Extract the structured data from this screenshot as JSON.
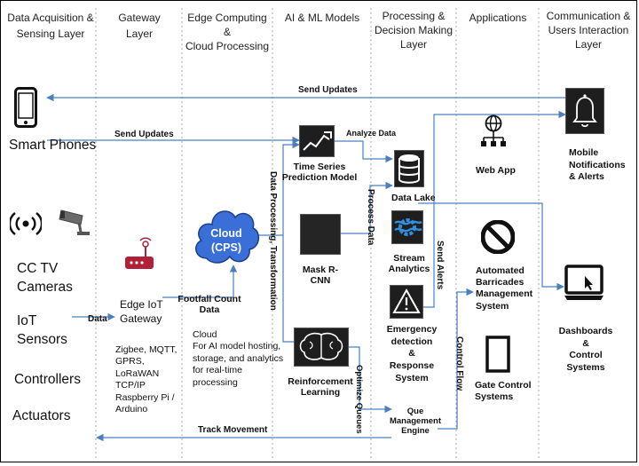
{
  "layers": [
    {
      "line1": "Data Acquisition &",
      "line2": "Sensing Layer",
      "line3": ""
    },
    {
      "line1": "Gateway",
      "line2": "Layer",
      "line3": ""
    },
    {
      "line1": "Edge Computing",
      "line2": "&",
      "line3": "Cloud Processing"
    },
    {
      "line1": "AI & ML Models",
      "line2": "",
      "line3": ""
    },
    {
      "line1": "Processing &",
      "line2": "Decision Making",
      "line3": "Layer"
    },
    {
      "line1": "Applications",
      "line2": "",
      "line3": ""
    },
    {
      "line1": "Communication &",
      "line2": "Users Interaction",
      "line3": "Layer"
    }
  ],
  "sensing": {
    "smart_phones": "Smart Phones",
    "cctv_line1": "CC TV",
    "cctv_line2": "Cameras",
    "iot_line1": "IoT",
    "iot_line2": "Sensors",
    "controllers": "Controllers",
    "actuators": "Actuators"
  },
  "gateway": {
    "title_line1": "Edge IoT",
    "title_line2": "Gateway",
    "protocols": [
      "Zigbee, MQTT,",
      "GPRS,",
      "LoRaWAN",
      "TCP/IP",
      "Raspberry Pi /",
      "Arduino"
    ]
  },
  "cloud": {
    "label_line1": "Cloud",
    "label_line2": "(CPS)",
    "desc": [
      "Cloud",
      "For AI model hosting,",
      "storage, and analytics",
      "for real-time",
      "processing"
    ],
    "footfall_line1": "Footfall Count",
    "footfall_line2": "Data"
  },
  "models": {
    "tsp_line1": "Time Series",
    "tsp_line2": "Prediction Model",
    "mask_line1": "Mask R-",
    "mask_line2": "CNN",
    "rl_line1": "Reinforcement",
    "rl_line2": "Learning"
  },
  "processing": {
    "data_lake": "Data Lake",
    "stream_line1": "Stream",
    "stream_line2": "Analytics",
    "emergency": [
      "Emergency",
      "detection",
      "&",
      "Response",
      "System"
    ],
    "que": [
      "Que",
      "Management",
      "Engine"
    ]
  },
  "applications": {
    "web_app": "Web App",
    "barricades": [
      "Automated",
      "Barricades",
      "Management",
      "System"
    ],
    "gate_line1": "Gate Control",
    "gate_line2": "Systems"
  },
  "communication": {
    "mobile": [
      "Mobile",
      "Notifications",
      "& Alerts"
    ],
    "dashboards": [
      "Dashboards",
      "&",
      "Control",
      "Systems"
    ]
  },
  "flows": {
    "send_updates_top": "Send Updates",
    "send_updates_left": "Send Updates",
    "analyze_data": "Analyze Data",
    "data": "Data",
    "track_movement": "Track Movement",
    "data_processing": "Data Processing, Transformation",
    "process_data": "Process Data",
    "send_alerts": "Send Alerts",
    "control_flow": "Control Flow",
    "optimize_queues": "Optimize Queues"
  },
  "colors": {
    "flow_line": "#4a7fc0",
    "cloud_fill": "#3b6fd8",
    "dark_icon": "#1e1e1e",
    "gateway_red": "#b0203a"
  },
  "icons": [
    "smartphone-icon",
    "wireless-signal-icon",
    "cctv-camera-icon",
    "router-icon",
    "cloud-icon",
    "trend-chart-icon",
    "mask-rcnn-icon",
    "brain-icon",
    "database-icon",
    "stream-analytics-icon",
    "warning-icon",
    "web-app-icon",
    "no-entry-icon",
    "gate-icon",
    "bell-icon",
    "dashboard-monitor-icon"
  ]
}
